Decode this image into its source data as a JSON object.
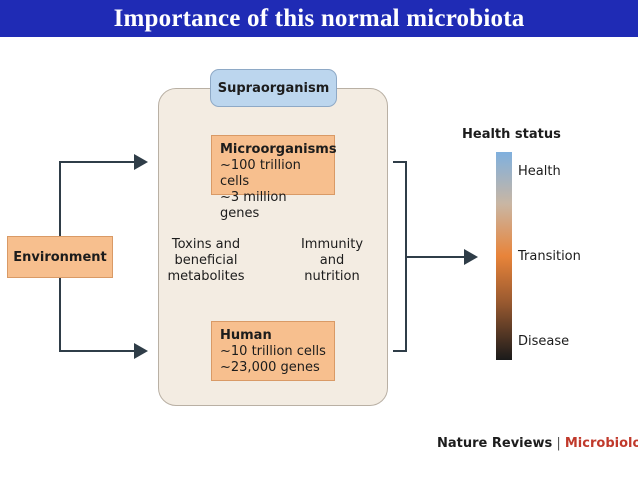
{
  "slide": {
    "title": "Importance of this normal microbiota"
  },
  "diagram": {
    "supraorganism_label": "Supraorganism",
    "microorganisms": {
      "heading": "Microorganisms",
      "cells": "~100 trillion cells",
      "genes": "~3 million genes"
    },
    "human": {
      "heading": "Human",
      "cells": "~10 trillion cells",
      "genes": "~23,000 genes"
    },
    "environment_label": "Environment",
    "down_arrow_label": [
      "Toxins and",
      "beneficial",
      "metabolites"
    ],
    "up_arrow_label": [
      "Immunity",
      "and",
      "nutrition"
    ]
  },
  "health_scale": {
    "title": "Health status",
    "labels": [
      "Health",
      "Transition",
      "Disease"
    ],
    "colors": [
      "#7fb0de",
      "#e8843a",
      "#1a1a1a"
    ]
  },
  "credit": {
    "journal": "Nature Reviews",
    "separator": "|",
    "subject": "Microbiology"
  },
  "colors": {
    "title_bar": "#1f2bb5",
    "box_orange": "#f7bf8e",
    "supra_blue": "#bcd6ee",
    "supra_fill": "#f3ece2",
    "connector": "#2f3d48",
    "credit_accent": "#c0392b"
  }
}
